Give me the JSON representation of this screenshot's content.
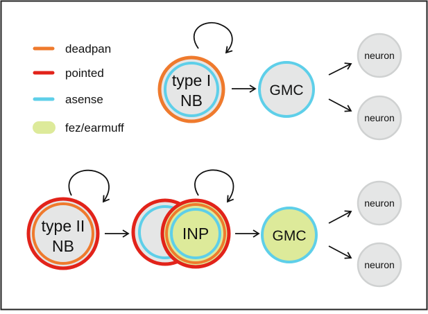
{
  "colors": {
    "deadpan": "#ef7a2d",
    "pointed": "#e2231a",
    "asense": "#5ecfe9",
    "fez_earmuff": "#ddea9a",
    "cell_fill": "#e5e6e6",
    "neuron_stroke": "#cfd1d1",
    "frame": "#222222"
  },
  "legend": [
    {
      "label": "deadpan"
    },
    {
      "label": "pointed"
    },
    {
      "label": "asense"
    },
    {
      "label": "fez/earmuff"
    }
  ],
  "top_row": {
    "nb_line1": "type I",
    "nb_line2": "NB",
    "gmc_label": "GMC",
    "neuron1_label": "neuron",
    "neuron2_label": "neuron"
  },
  "bottom_row": {
    "nb_line1": "type II",
    "nb_line2": "NB",
    "inp_label": "INP",
    "gmc_label": "GMC",
    "neuron1_label": "neuron",
    "neuron2_label": "neuron"
  }
}
